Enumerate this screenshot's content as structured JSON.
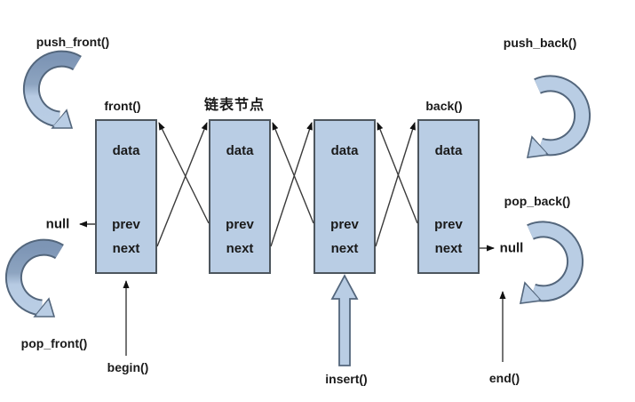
{
  "diagram": {
    "type": "doubly-linked-list",
    "node_caption": "链表节点",
    "nodes": [
      {
        "data": "data",
        "prev": "prev",
        "next": "next"
      },
      {
        "data": "data",
        "prev": "prev",
        "next": "next"
      },
      {
        "data": "data",
        "prev": "prev",
        "next": "next"
      },
      {
        "data": "data",
        "prev": "prev",
        "next": "next"
      }
    ],
    "labels": {
      "push_front": "push_front()",
      "pop_front": "pop_front()",
      "push_back": "push_back()",
      "pop_back": "pop_back()",
      "front": "front()",
      "back": "back()",
      "begin": "begin()",
      "end": "end()",
      "insert": "insert()",
      "null_left": "null",
      "null_right": "null"
    },
    "colors": {
      "bg": "#ffffff",
      "node_fill": "#b9cde4",
      "node_border": "#4d565e",
      "line": "#3a3a3a",
      "arrowhead": "#111111",
      "curve_fill": "#b9cde4",
      "curve_dark": "#7d95b5",
      "curve_outline": "#53667c",
      "text": "#1a1a1a"
    }
  }
}
